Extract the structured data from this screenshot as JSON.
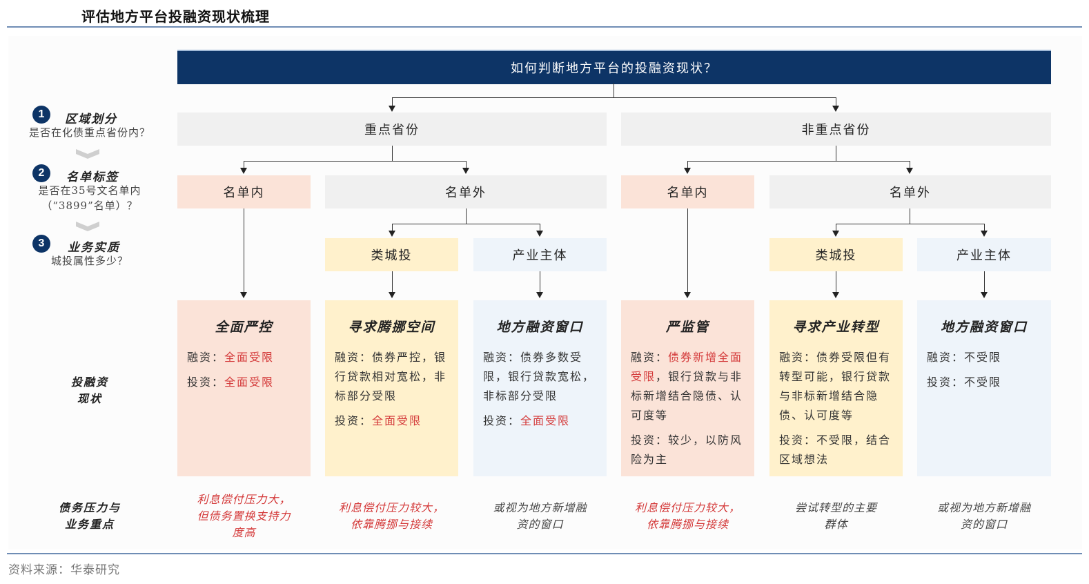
{
  "header": {
    "title": "评估地方平台投融资现状梳理"
  },
  "footer": {
    "source": "资料来源：华泰研究"
  },
  "steps": [
    {
      "num": "1",
      "title": "区域划分",
      "desc": [
        "是否在化债重点省份内？"
      ]
    },
    {
      "num": "2",
      "title": "名单标签",
      "desc": [
        "是否在35号文名单内",
        "（“3899”名单）？"
      ]
    },
    {
      "num": "3",
      "title": "业务实质",
      "desc": [
        "城投属性多少？"
      ]
    }
  ],
  "row_labels": {
    "status": [
      "投融资",
      "现状"
    ],
    "pressure": [
      "债务压力与",
      "业务重点"
    ]
  },
  "root": {
    "label": "如何判断地方平台的投融资现状？"
  },
  "level1": [
    {
      "label": "重点省份"
    },
    {
      "label": "非重点省份"
    }
  ],
  "level2": [
    {
      "label": "名单内"
    },
    {
      "label": "名单外"
    },
    {
      "label": "名单内"
    },
    {
      "label": "名单外"
    }
  ],
  "level3": [
    {
      "label": "类城投"
    },
    {
      "label": "产业主体"
    },
    {
      "label": "类城投"
    },
    {
      "label": "产业主体"
    }
  ],
  "cards": [
    {
      "title": "全面严控",
      "financing_label": "融资：",
      "financing_red": "全面受限",
      "financing_rest": "",
      "investment_label": "投资：",
      "investment_red": "全面受限",
      "investment_rest": "",
      "note": [
        "利息偿付压力大，",
        "但债务置换支持力",
        "度高"
      ],
      "note_color": "#d43a3a"
    },
    {
      "title": "寻求腾挪空间",
      "financing_label": "融资：",
      "financing_red": "",
      "financing_rest": "债券严控，银行贷款相对宽松，非标部分受限",
      "investment_label": "投资：",
      "investment_red": "全面受限",
      "investment_rest": "",
      "note": [
        "利息偿付压力较大，",
        "依靠腾挪与接续"
      ],
      "note_color": "#d43a3a"
    },
    {
      "title": "地方融资窗口",
      "financing_label": "融资：",
      "financing_red": "",
      "financing_rest": "债券多数受限，银行贷款宽松，非标部分受限",
      "investment_label": "投资：",
      "investment_red": "全面受限",
      "investment_rest": "",
      "note": [
        "或视为地方新增融",
        "资的窗口"
      ],
      "note_color": "#444444"
    },
    {
      "title": "严监管",
      "financing_label": "融资：",
      "financing_red": "债券新增全面受限",
      "financing_rest": "，银行贷款与非标新增结合隐债、认可度等",
      "investment_label": "投资：",
      "investment_red": "",
      "investment_rest": "较少，以防风险为主",
      "note": [
        "利息偿付压力较大，",
        "依靠腾挪与接续"
      ],
      "note_color": "#d43a3a"
    },
    {
      "title": "寻求产业转型",
      "financing_label": "融资：",
      "financing_red": "",
      "financing_rest": "债券受限但有转型可能，银行贷款与非标新增结合隐债、认可度等",
      "investment_label": "投资：",
      "investment_red": "",
      "investment_rest": "不受限，结合区域想法",
      "note": [
        "尝试转型的主要",
        "群体"
      ],
      "note_color": "#444444"
    },
    {
      "title": "地方融资窗口",
      "financing_label": "融资：",
      "financing_red": "",
      "financing_rest": "不受限",
      "investment_label": "投资：",
      "investment_red": "",
      "investment_rest": "不受限",
      "note": [
        "或视为地方新增融",
        "资的窗口"
      ],
      "note_color": "#444444"
    }
  ],
  "colors": {
    "root_bg": "#0d3466",
    "grey_box": "#f0f0f0",
    "pink_box": "#fbe3d8",
    "yellow_box": "#fff1cc",
    "blue_box": "#eef4fa",
    "highlight_red": "#d43a3a",
    "rule": "#6f8db5"
  }
}
